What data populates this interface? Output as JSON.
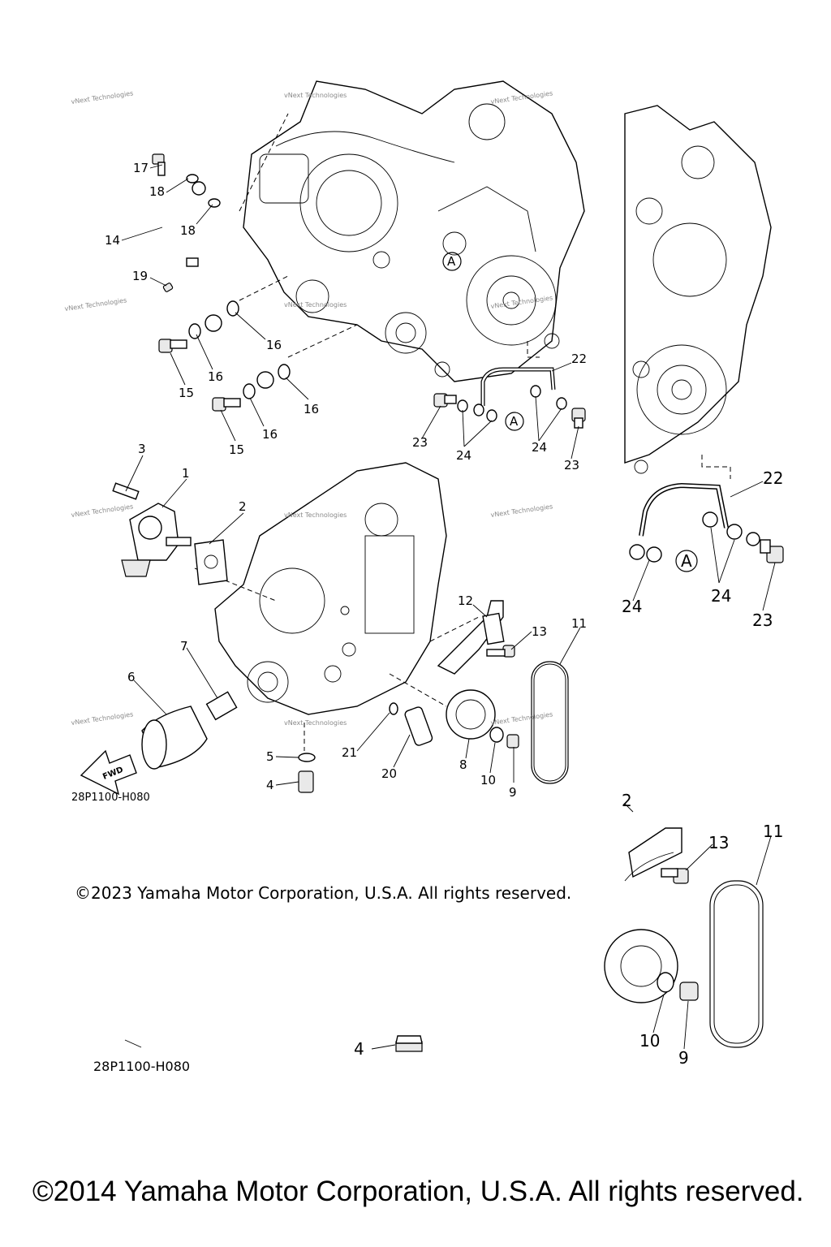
{
  "callouts": {
    "c1": "1",
    "c2": "2",
    "c3": "3",
    "c4": "4",
    "c5": "5",
    "c6": "6",
    "c7": "7",
    "c8": "8",
    "c9": "9",
    "c10": "10",
    "c11": "11",
    "c12": "12",
    "c13": "13",
    "c14": "14",
    "c15": "15",
    "c16": "16",
    "c17": "17",
    "c18": "18",
    "c19": "19",
    "c20": "20",
    "c21": "21",
    "c22": "22",
    "c23": "23",
    "c24": "24",
    "ref_a": "A",
    "detail_2": "2",
    "detail_4": "4",
    "detail_9": "9",
    "detail_10": "10",
    "detail_11": "11",
    "detail_13": "13",
    "detail_22": "22",
    "detail_23": "23",
    "detail_24": "24"
  },
  "fwd_label": "FWD",
  "watermark": "vNext Technologies",
  "diagram_code": "28P1100-H080",
  "diagram_code_repeat": "28P1100-H080",
  "copyright_2023": "©2023 Yamaha Motor Corporation, U.S.A. All rights reserved.",
  "copyright_2014": "©2014 Yamaha Motor Corporation, U.S.A. All rights reserved."
}
